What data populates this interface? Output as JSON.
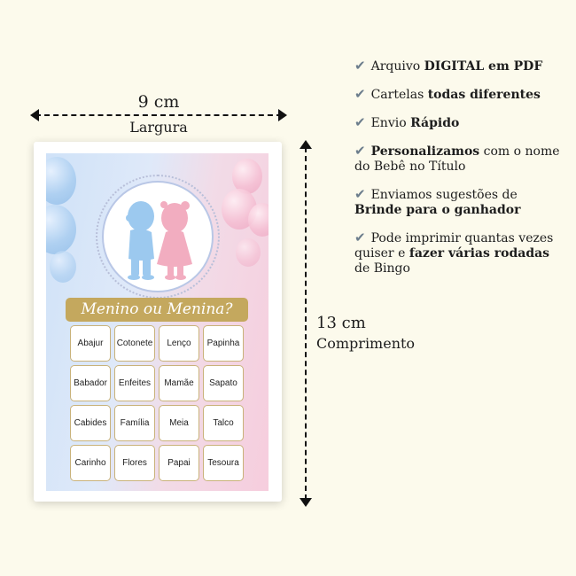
{
  "dimensions": {
    "width_value": "9 cm",
    "width_label": "Largura",
    "height_value": "13 cm",
    "height_label": "Comprimento"
  },
  "card": {
    "title": "Menino ou Menina?",
    "words": [
      "Abajur",
      "Cotonete",
      "Lenço",
      "Papinha",
      "Babador",
      "Enfeites",
      "Mamãe",
      "Sapato",
      "Cabides",
      "Família",
      "Meia",
      "Talco",
      "Carinho",
      "Flores",
      "Papai",
      "Tesoura"
    ]
  },
  "features": [
    {
      "pre": "Arquivo ",
      "bold": "DIGITAL em PDF",
      "post": ""
    },
    {
      "pre": "Cartelas ",
      "bold": "todas diferentes",
      "post": ""
    },
    {
      "pre": "Envio ",
      "bold": "Rápido",
      "post": ""
    },
    {
      "pre": "",
      "bold": "Personalizamos",
      "post": " com o nome do Bebê no Título"
    },
    {
      "pre": "Enviamos sugestões de ",
      "bold": "Brinde para o ganhador",
      "post": ""
    },
    {
      "pre": "Pode imprimir quantas vezes quiser e ",
      "bold": "fazer várias rodadas",
      "post": " de Bingo"
    }
  ],
  "icons": {
    "check": "check-mark-icon",
    "boy": "boy-silhouette-icon",
    "girl": "girl-silhouette-icon"
  },
  "colors": {
    "background": "#fcfaec",
    "banner": "#c4a85e",
    "boy": "#9cc9ef",
    "girl": "#f2adc0",
    "check": "#6c7d8c"
  }
}
